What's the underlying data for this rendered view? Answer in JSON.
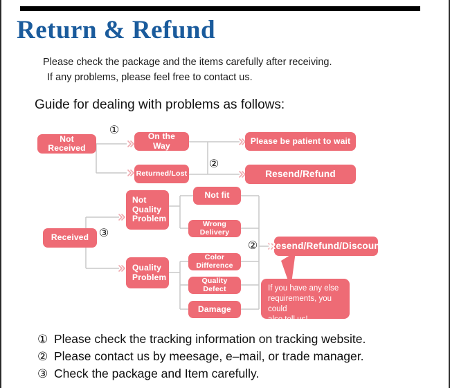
{
  "page": {
    "title": "Return & Refund",
    "title_color": "#1a5b9c",
    "accent_color": "#ee6b75",
    "connector_color": "#c9c9c9",
    "guide_heading": "Guide for dealing with problems as follows:"
  },
  "intro": {
    "lines": [
      "Please check the package and the items carefully after receiving.",
      "If any problems, please feel free to contact us."
    ]
  },
  "flow": {
    "nodes": [
      {
        "id": "not-received",
        "label": "Not Received"
      },
      {
        "id": "on-the-way",
        "label": "On the Way"
      },
      {
        "id": "returned-lost",
        "label": "Returned/Lost"
      },
      {
        "id": "be-patient",
        "label": "Please be patient to wait"
      },
      {
        "id": "resend-refund",
        "label": "Resend/Refund"
      },
      {
        "id": "received",
        "label": "Received"
      },
      {
        "id": "not-quality-problem",
        "label": "Not\nQuality\nProblem"
      },
      {
        "id": "quality-problem",
        "label": "Quality\nProblem"
      },
      {
        "id": "not-fit",
        "label": "Not fit"
      },
      {
        "id": "wrong-delivery",
        "label": "Wrong Delivery"
      },
      {
        "id": "color-difference",
        "label": "Color Difference"
      },
      {
        "id": "quality-defect",
        "label": "Quality Defect"
      },
      {
        "id": "damage",
        "label": "Damage"
      },
      {
        "id": "resend-refund-discount",
        "label": "Resend/Refund/Discount"
      }
    ],
    "markers": [
      {
        "id": "marker-1",
        "label": "①"
      },
      {
        "id": "marker-2-top",
        "label": "②"
      },
      {
        "id": "marker-3",
        "label": "③"
      },
      {
        "id": "marker-2-bottom",
        "label": "②"
      }
    ],
    "callout": {
      "lines": [
        "If you have any else",
        "requirements, you could",
        "also tell us!"
      ]
    }
  },
  "footer": {
    "items": [
      {
        "num": "①",
        "text": "Please check the tracking information on tracking website."
      },
      {
        "num": "②",
        "text": "Please contact us by meesage, e–mail, or trade manager."
      },
      {
        "num": "③",
        "text": "Check the package and Item carefully."
      }
    ]
  }
}
